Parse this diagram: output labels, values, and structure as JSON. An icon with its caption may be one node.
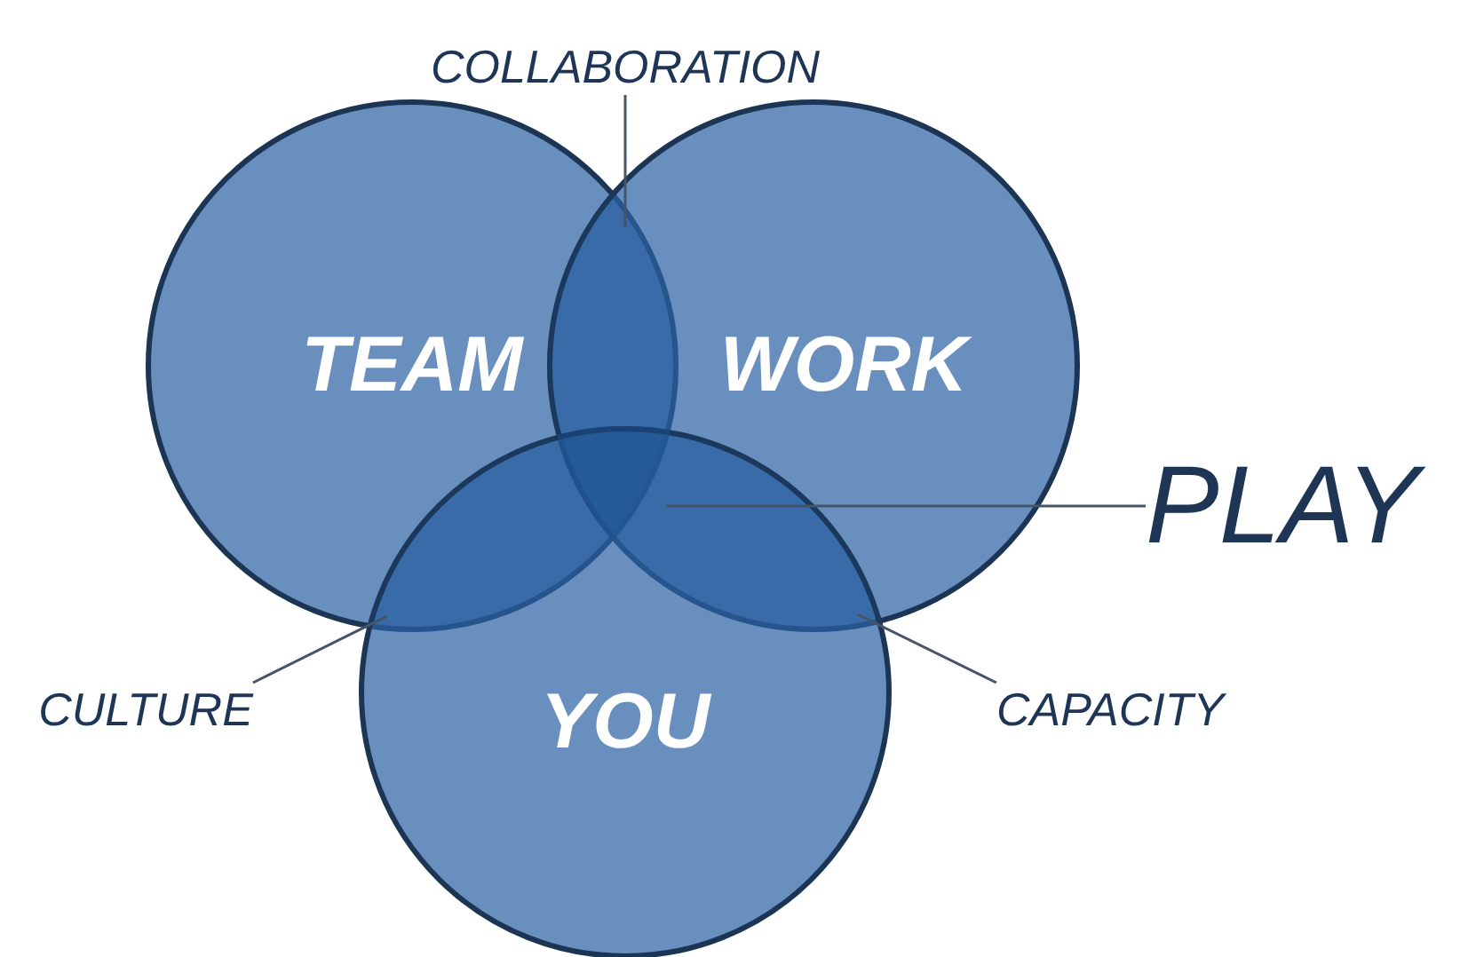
{
  "diagram": {
    "nodes": [
      {
        "text": [
          "TEAM"
        ]
      },
      {
        "text": [
          "WORK"
        ]
      },
      {
        "text": [
          "YOU"
        ]
      },
      {
        "text": [
          "COLLABORATION"
        ]
      },
      {
        "text": [
          "PLAY"
        ]
      },
      {
        "text": [
          "CULTURE"
        ]
      },
      {
        "text": [
          "CAPACITY"
        ]
      },
      {
        "text": [],
        "shape": "lens"
      },
      {
        "text": [],
        "shape": "triangle"
      },
      {
        "text": [],
        "shape": "lens"
      },
      {
        "text": [],
        "shape": "lens"
      }
    ],
    "edges": [
      {
        "from": 3,
        "to": 7,
        "arrow": "none"
      },
      {
        "from": 4,
        "to": 8,
        "arrow": "none"
      },
      {
        "from": 5,
        "to": 9,
        "arrow": "none"
      },
      {
        "from": 6,
        "to": 10,
        "arrow": "none"
      }
    ]
  }
}
